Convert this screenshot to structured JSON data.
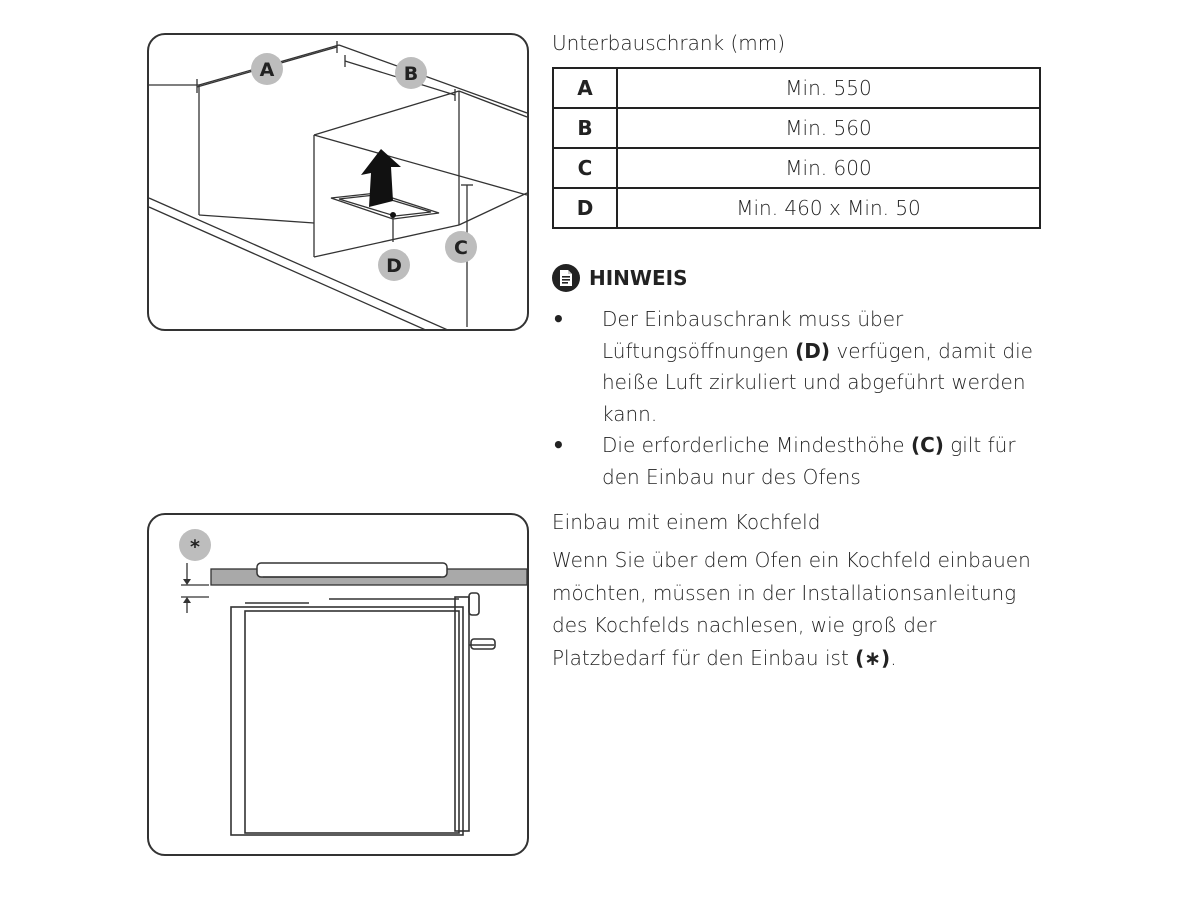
{
  "cabinet": {
    "title": "Unterbauschrank (mm)",
    "rows": [
      {
        "key": "A",
        "value": "Min. 550"
      },
      {
        "key": "B",
        "value": "Min. 560"
      },
      {
        "key": "C",
        "value": "Min. 600"
      },
      {
        "key": "D",
        "value": "Min. 460 x Min. 50"
      }
    ],
    "diagram_labels": {
      "a": "A",
      "b": "B",
      "c": "C",
      "d": "D"
    }
  },
  "note": {
    "icon": "note-document-icon",
    "title": "HINWEIS",
    "bullet_symbol": "•",
    "items": [
      {
        "before": "Der Einbauschrank muss über Lüftungsöffnungen ",
        "ref": "(D)",
        "after": " verfügen, damit die heiße Luft zirkuliert und abgeführt werden kann."
      },
      {
        "before": "Die erforderliche Mindesthöhe ",
        "ref": "(C)",
        "after": " gilt für den Einbau nur des Ofens"
      }
    ]
  },
  "hob": {
    "title": "Einbau mit einem Kochfeld",
    "text_before": "Wenn Sie über dem Ofen ein Kochfeld einbauen möchten, müssen in der Installationsanleitung des Kochfelds nachlesen, wie groß der Platzbedarf für den Einbau ist ",
    "ref": "(∗)",
    "text_after": ".",
    "diagram_label": "*"
  }
}
